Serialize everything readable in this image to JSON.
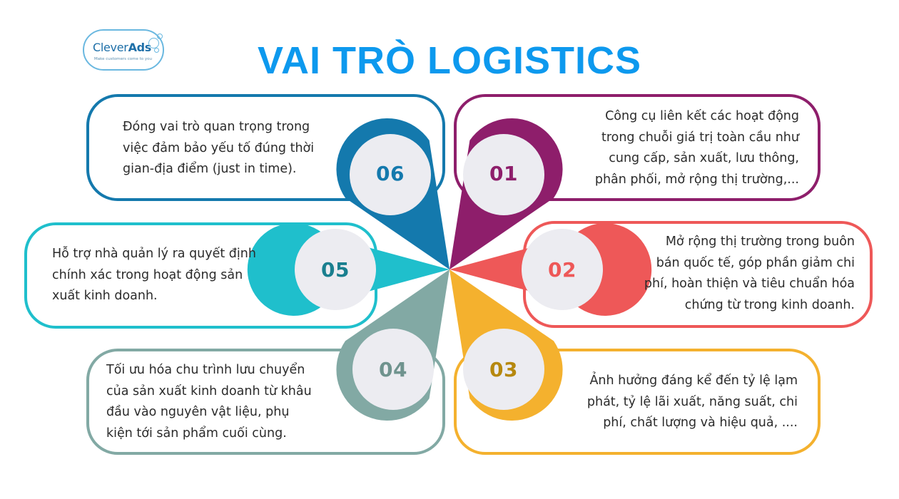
{
  "logo": {
    "name_regular": "Clever",
    "name_bold": "Ads",
    "tagline": "Make customers come to you"
  },
  "title": "VAI TRÒ LOGISTICS",
  "items": [
    {
      "number": "01",
      "color": "#8e1e6b",
      "lines": [
        "Công cụ liên kết các hoạt động",
        "trong chuỗi giá trị toàn cầu như",
        "cung cấp, sản xuất, lưu thông,",
        "phân phối, mở rộng thị trường,..."
      ]
    },
    {
      "number": "02",
      "color": "#ee5858",
      "lines": [
        "Mở rộng thị trường trong buôn",
        "bán quốc tế, góp phần giảm chi",
        "phí, hoàn thiện và tiêu chuẩn hóa",
        "chứng từ trong kinh doanh."
      ]
    },
    {
      "number": "03",
      "color": "#f4b12e",
      "lines": [
        "Ảnh hưởng đáng kể đến tỷ lệ lạm",
        "phát, tỷ lệ lãi xuất, năng suất, chi",
        "phí, chất lượng và hiệu quả, ...."
      ]
    },
    {
      "number": "04",
      "color": "#82a9a4",
      "lines": [
        "Tối ưu hóa chu trình lưu chuyển",
        "của sản xuất kinh doanh từ khâu",
        "đầu vào nguyên vật liệu, phụ",
        "kiện tới sản phẩm cuối cùng."
      ]
    },
    {
      "number": "05",
      "color": "#1fbfcc",
      "lines": [
        "Hỗ trợ nhà quản lý ra quyết định",
        "chính xác trong hoạt động sản",
        "xuất kinh doanh."
      ]
    },
    {
      "number": "06",
      "color": "#1479ad",
      "lines": [
        "Đóng vai trò quan trọng trong",
        "việc đảm bảo yếu tố đúng thời",
        "gian-địa điểm (just in time)."
      ]
    }
  ]
}
